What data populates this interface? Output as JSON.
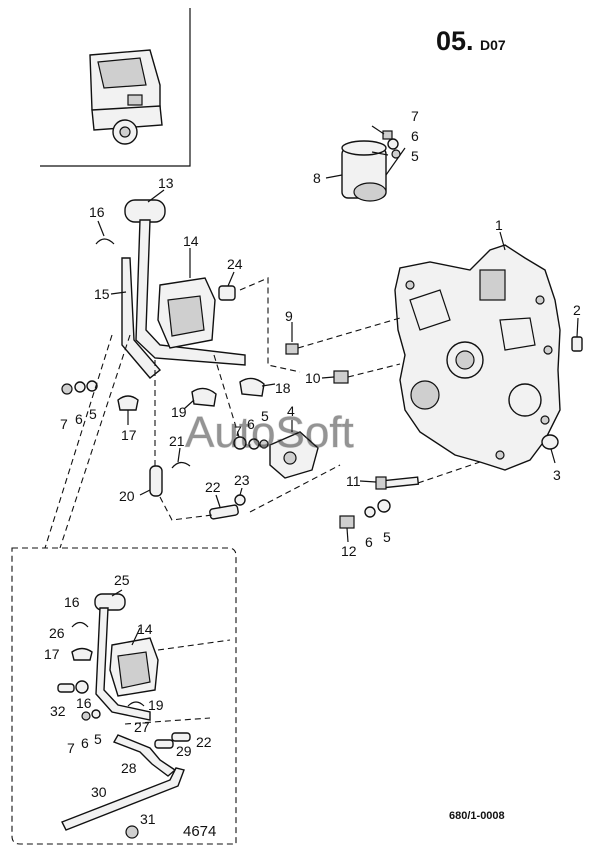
{
  "page_code_main": "05.",
  "page_code_sub": "D07",
  "watermark": "AutoSoft",
  "drawing_ref": "680/1-0008",
  "inset_number": "4674",
  "callouts": [
    "1",
    "2",
    "3",
    "4",
    "5",
    "6",
    "7",
    "8",
    "9",
    "10",
    "11",
    "12",
    "13",
    "14",
    "15",
    "16",
    "17",
    "18",
    "19",
    "20",
    "21",
    "22",
    "23",
    "24",
    "25",
    "26",
    "27",
    "28",
    "29",
    "30",
    "31",
    "32"
  ]
}
